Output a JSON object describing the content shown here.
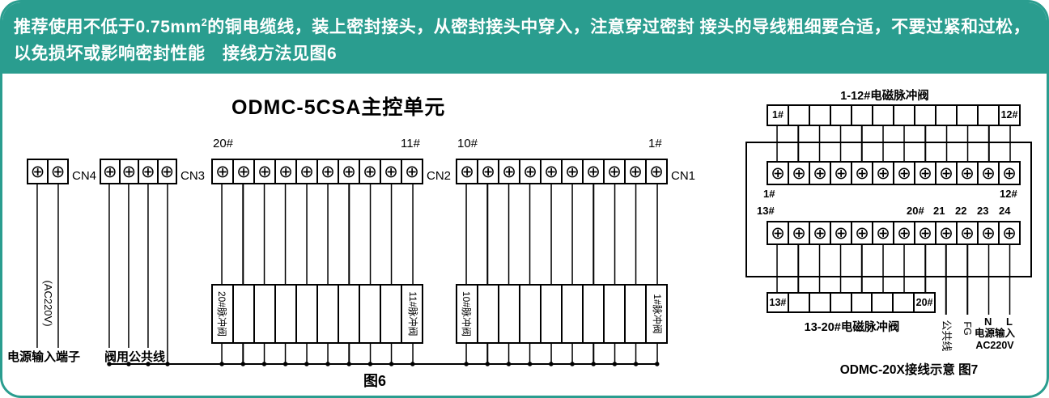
{
  "colors": {
    "banner_teal": "#2a9d8f",
    "line_black": "#000000",
    "text_white": "#ffffff"
  },
  "symbols": {
    "screw": "⊕"
  },
  "banner": {
    "line1_pre": "推荐使用不低于0.75mm",
    "line1_sup": "2",
    "line1_post": "的铜电缆线，装上密封接头，从密封接头中穿入，注意穿过密封 接头的导线粗细要合适，不要过紧和过松，",
    "line2": "以免损坏或影响密封性能　接线方法见图6"
  },
  "main": {
    "title": "ODMC-5CSA主控单元",
    "cn4_label": "CN4",
    "cn3_label": "CN3",
    "cn2_label": "CN2",
    "cn1_label": "CN1",
    "cn2_first": "20#",
    "cn2_last": "11#",
    "cn1_first": "10#",
    "cn1_last": "1#",
    "ac_label": "(AC220V)",
    "power_terminal_label": "电源输入端子",
    "valve_common_label": "阀用公共线",
    "valve_cn2_first": "20#脉冲阀",
    "valve_cn2_last": "11#脉冲阀",
    "valve_cn1_first": "10#脉冲阀",
    "valve_cn1_last": "1#脉冲阀",
    "figure_label": "图6"
  },
  "odmc": {
    "top_caption": "1-12#电磁脉冲阀",
    "row1_first": "1#",
    "row1_last": "12#",
    "mid": {
      "m13": "13#",
      "m20": "20#",
      "m21": "21",
      "m22": "22",
      "m23": "23",
      "m24": "24"
    },
    "bottom_caption": "13-20#电磁脉冲阀",
    "common_line": "公共线",
    "fg": "FG",
    "n": "N",
    "l": "L",
    "power_line1": "电源输入",
    "power_line2": "AC220V",
    "caption": "ODMC-20X接线示意 图7"
  },
  "cells": {
    "cn4": [
      "⊕",
      "⊕"
    ],
    "cn3": [
      "⊕",
      "⊕",
      "⊕",
      "⊕"
    ],
    "cn10": [
      "⊕",
      "⊕",
      "⊕",
      "⊕",
      "⊕",
      "⊕",
      "⊕",
      "⊕",
      "⊕",
      "⊕"
    ],
    "odmc12": [
      "⊕",
      "⊕",
      "⊕",
      "⊕",
      "⊕",
      "⊕",
      "⊕",
      "⊕",
      "⊕",
      "⊕",
      "⊕",
      "⊕"
    ],
    "valve10": [
      "",
      "",
      "",
      "",
      "",
      "",
      "",
      "",
      "",
      ""
    ],
    "odmc_top": [
      "1#",
      "",
      "",
      "",
      "",
      "",
      "",
      "",
      "",
      "",
      "",
      "12#"
    ],
    "odmc_bottom": [
      "13#",
      "",
      "",
      "",
      "",
      "",
      "",
      "20#"
    ]
  }
}
